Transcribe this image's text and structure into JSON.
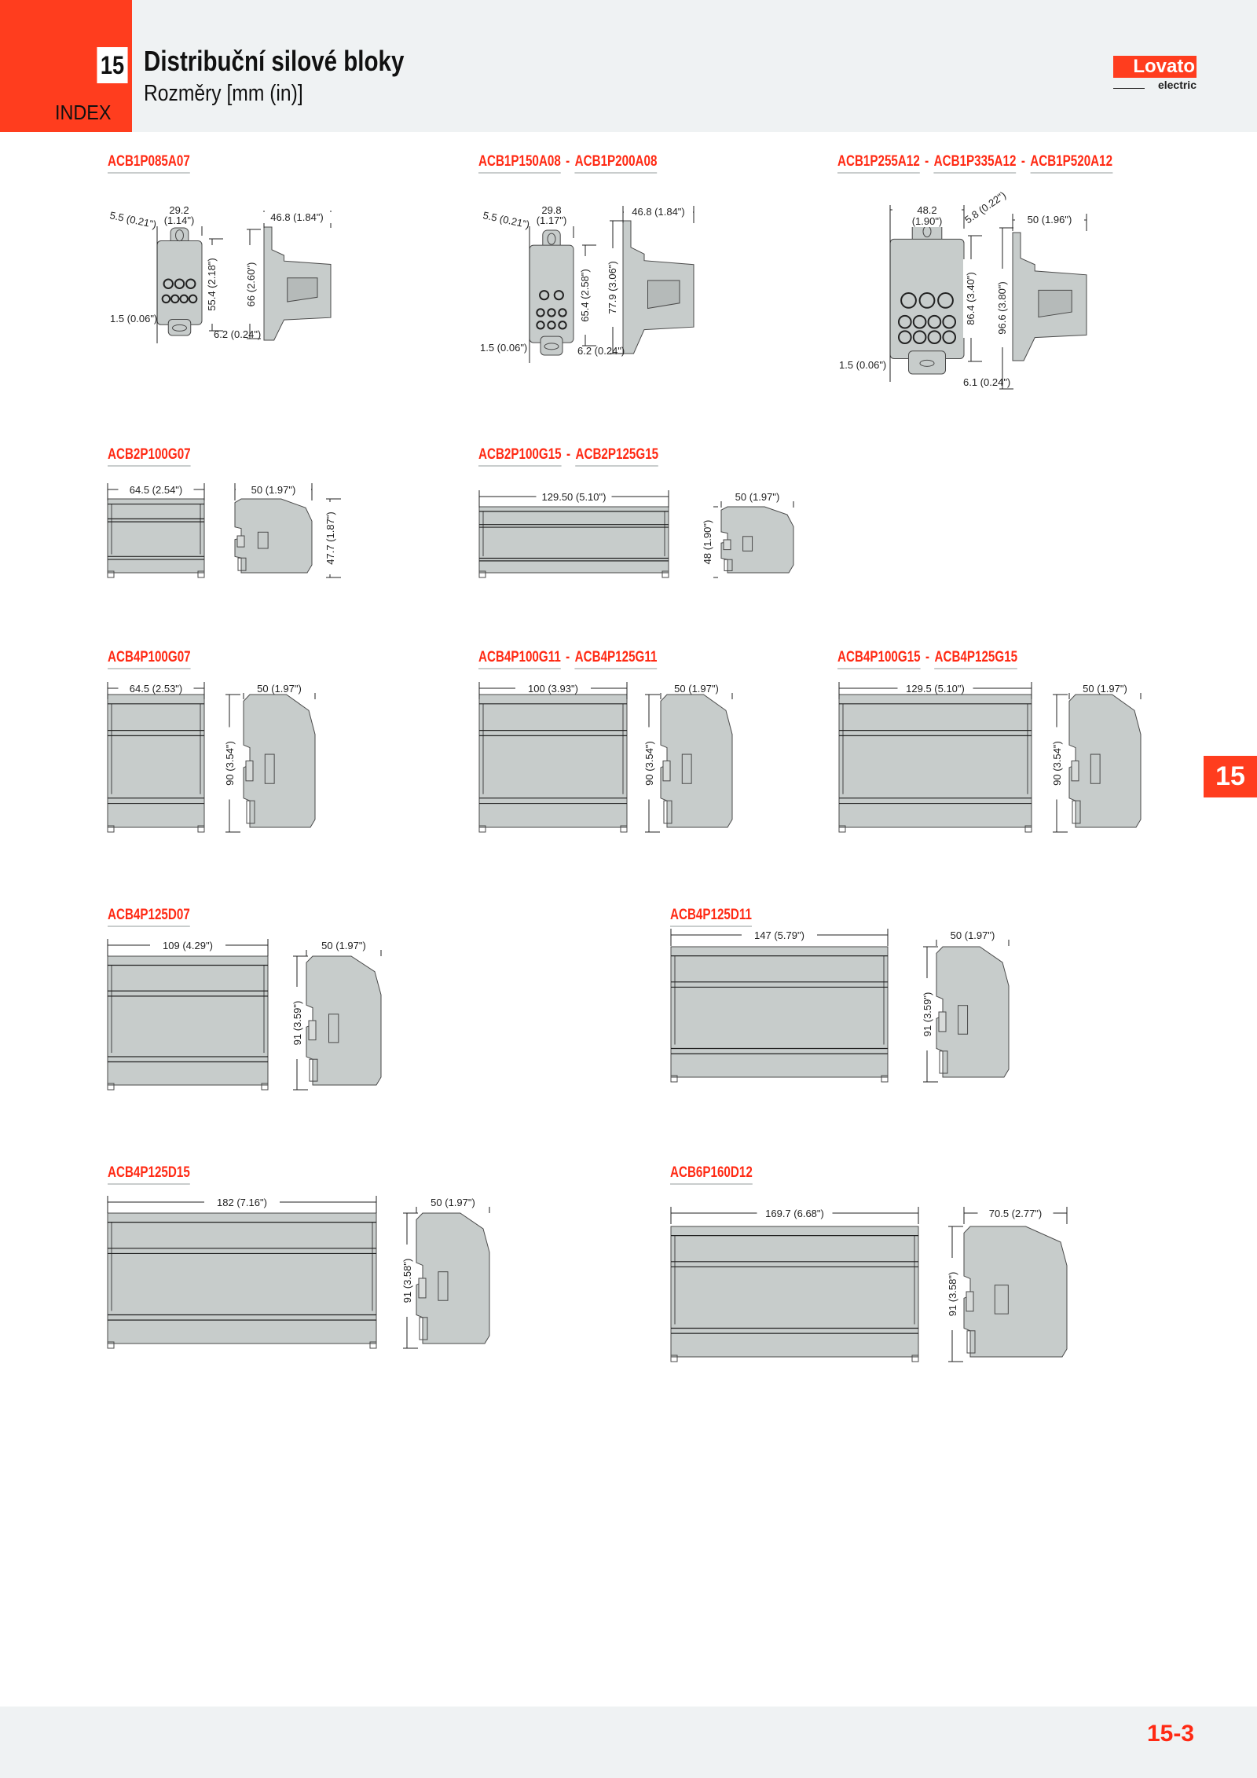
{
  "header": {
    "chapter": "15",
    "index_label": "INDEX",
    "title": "Distribuční silové bloky",
    "subtitle": "Rozměry [mm (in)]",
    "logo_text": "Lovato",
    "logo_sub": "electric"
  },
  "side_tab": "15",
  "page_number": "15-3",
  "colors": {
    "accent": "#ff3d1e",
    "part_fill": "#c7cccb",
    "header_bg": "#eff2f3"
  },
  "sections": [
    {
      "codes": [
        "ACB1P085A07"
      ],
      "dims": [
        "29.2",
        "(1.14\")",
        "5.5 (0.21\")",
        "55.4 (2.18\")",
        "1.5 (0.06\")",
        "66 (2.60\")",
        "46.8 (1.84\")",
        "6.2 (0.24\")"
      ]
    },
    {
      "codes": [
        "ACB1P150A08",
        "ACB1P200A08"
      ],
      "dims": [
        "29.8",
        "(1.17\")",
        "5.5 (0.21\")",
        "65.4 (2.58\")",
        "1.5 (0.06\")",
        "77.9 (3.06\")",
        "46.8 (1.84\")",
        "6.2 (0.24\")"
      ]
    },
    {
      "codes": [
        "ACB1P255A12",
        "ACB1P335A12",
        "ACB1P520A12"
      ],
      "dims": [
        "48.2",
        "(1.90\")",
        "5.8 (0.22\")",
        "86.4 (3.40\")",
        "1.5 (0.06\")",
        "96.6 (3.80\")",
        "50 (1.96\")",
        "6.1 (0.24\")"
      ]
    },
    {
      "codes": [
        "ACB2P100G07"
      ],
      "dims": [
        "64.5 (2.54\")",
        "50 (1.97\")",
        "47.7 (1.87\")"
      ]
    },
    {
      "codes": [
        "ACB2P100G15",
        "ACB2P125G15"
      ],
      "dims": [
        "129.50 (5.10\")",
        "50 (1.97\")",
        "48 (1.90\")"
      ]
    },
    {
      "codes": [
        "ACB4P100G07"
      ],
      "dims": [
        "64.5 (2.53\")",
        "50 (1.97\")",
        "90 (3.54\")"
      ]
    },
    {
      "codes": [
        "ACB4P100G11",
        "ACB4P125G11"
      ],
      "dims": [
        "100 (3.93\")",
        "50 (1.97\")",
        "90 (3.54\")"
      ]
    },
    {
      "codes": [
        "ACB4P100G15",
        "ACB4P125G15"
      ],
      "dims": [
        "129.5 (5.10\")",
        "50 (1.97\")",
        "90 (3.54\")"
      ]
    },
    {
      "codes": [
        "ACB4P125D07"
      ],
      "dims": [
        "109 (4.29\")",
        "50 (1.97\")",
        "91 (3.59\")"
      ]
    },
    {
      "codes": [
        "ACB4P125D11"
      ],
      "dims": [
        "147 (5.79\")",
        "50 (1.97\")",
        "91 (3.59\")"
      ]
    },
    {
      "codes": [
        "ACB4P125D15"
      ],
      "dims": [
        "182 (7.16\")",
        "50 (1.97\")",
        "91 (3.58\")"
      ]
    },
    {
      "codes": [
        "ACB6P160D12"
      ],
      "dims": [
        "169.7 (6.68\")",
        "70.5 (2.77\")",
        "91 (3.58\")"
      ]
    }
  ]
}
